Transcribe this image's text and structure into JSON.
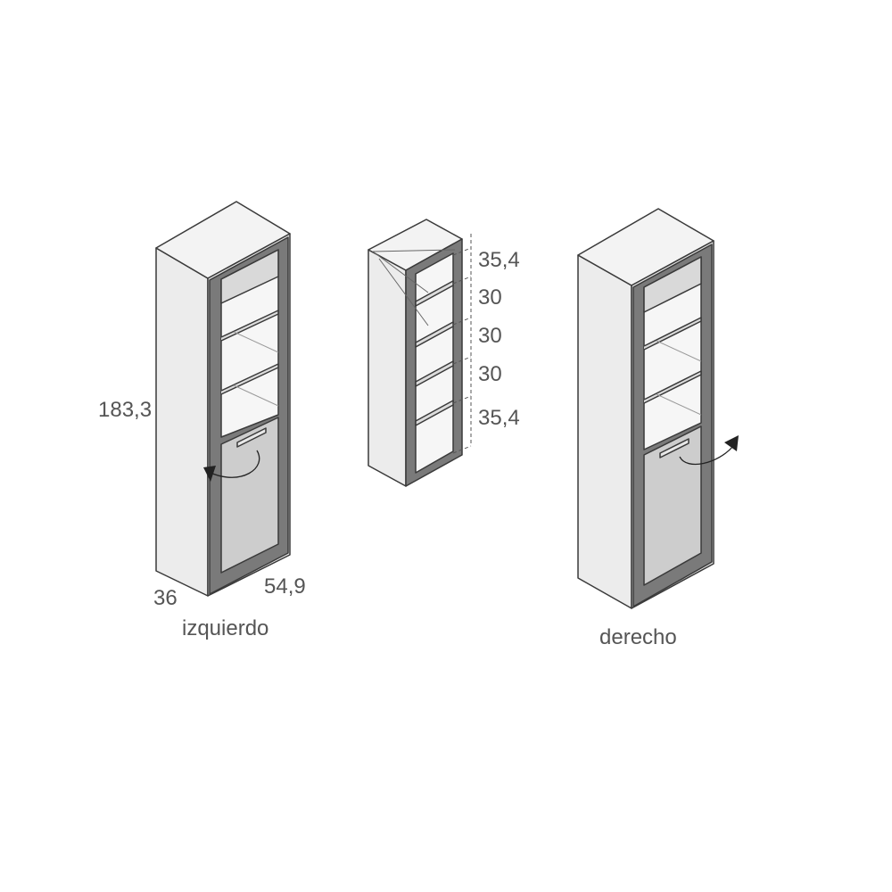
{
  "labels": {
    "height": "183,3",
    "depth": "36",
    "width": "54,9",
    "left_caption": "izquierdo",
    "right_caption": "derecho"
  },
  "shelf_spacings": [
    "35,4",
    "30",
    "30",
    "30",
    "35,4"
  ],
  "colors": {
    "outline": "#3a3a3a",
    "panel_front": "#e9e9e9",
    "panel_side": "#ececec",
    "panel_top": "#f3f3f3",
    "frame": "#7a7a7a",
    "door_panel": "#cdcdcd",
    "label_text": "#555555"
  },
  "icons": [
    "left-rotation-arrow-icon",
    "right-rotation-arrow-icon",
    "door-handle-icon"
  ]
}
